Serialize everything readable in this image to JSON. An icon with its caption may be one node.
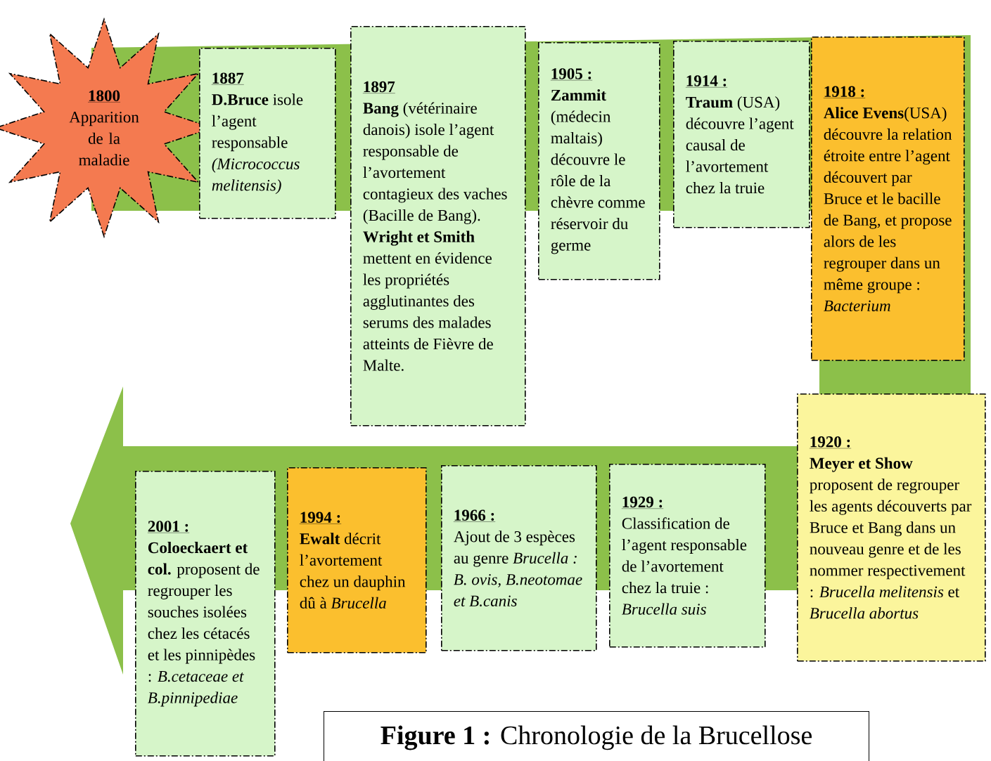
{
  "diagram": {
    "caption": "**Figure 1 :** Chronologie de la Brucellose",
    "nodes": [
      {
        "text": [
          "1800",
          "Apparition de la maladie"
        ]
      },
      {
        "text": [
          "1887",
          "**D.Bruce** isole l’agent responsable *(Micrococcus melitensis)*"
        ]
      },
      {
        "text": [
          "1897",
          "**Bang** (vétérinaire danois) isole l’agent responsable de l’avortement contagieux des vaches (Bacille de Bang).",
          "**Wright et Smith** mettent en évidence les propriétés agglutinantes des serums des malades atteints de Fièvre de Malte."
        ]
      },
      {
        "text": [
          "1905 :",
          "**Zammit** (médecin maltais) découvre le rôle de la chèvre comme réservoir du germe"
        ]
      },
      {
        "text": [
          "1914 :",
          "**Traum** (USA) découvre l’agent causal de l’avortement chez la truie"
        ]
      },
      {
        "text": [
          "1918 :",
          "**Alice Evens**(USA) découvre la relation étroite entre l’agent découvert par Bruce et le bacille de Bang, et propose alors de les regrouper dans un même groupe : *Bacterium*"
        ]
      },
      {
        "text": [
          "1920 :",
          "**Meyer et Show** proposent de regrouper les agents découverts par Bruce et Bang dans un nouveau genre et de les nommer respectivement : *Brucella melitensis* et *Brucella abortus*"
        ]
      },
      {
        "text": [
          "1929 :",
          "Classification de l’agent responsable de l’avortement chez la truie : *Brucella suis*"
        ]
      },
      {
        "text": [
          "1966 :",
          "Ajout de 3 espèces au genre *Brucella : B. ovis, B.neotomae et B.canis*"
        ]
      },
      {
        "text": [
          "1994 :",
          "**Ewalt** décrit l’avortement chez un dauphin dû à *Brucella*"
        ]
      },
      {
        "text": [
          "2001 :",
          "**Coloeckaert et col.** proposent de regrouper les souches isolées chez les cétacés et les pinnipèdes : *B.cetaceae et B.pinnipediae*"
        ]
      }
    ]
  }
}
